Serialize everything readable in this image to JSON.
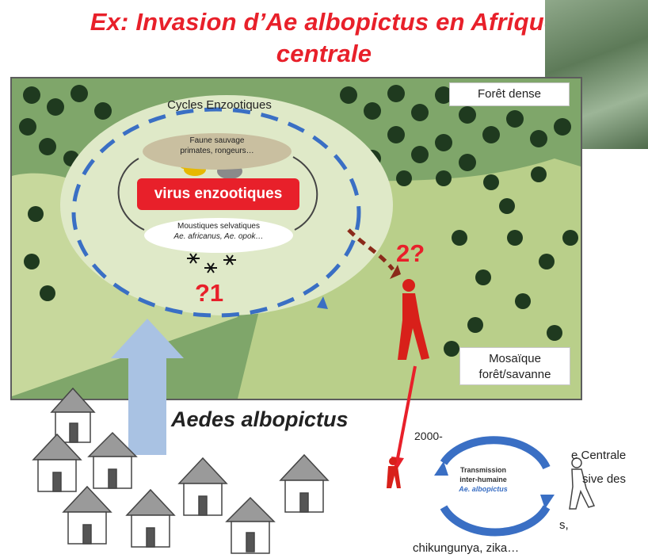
{
  "title_line1": "Ex: Invasion d’Ae albopictus en Afrique",
  "title_line2": "centrale",
  "labels": {
    "foret_dense": "Forêt dense",
    "mosaique_1": "Mosaïque",
    "mosaique_2": "forêt/savanne"
  },
  "cycle": {
    "title": "Cycles Enzootiques",
    "faune_1": "Faune sauvage",
    "faune_2": "primates, rongeurs…",
    "virus": "virus enzootiques",
    "moust_1": "Moustiques selvatiques",
    "moust_2": "Ae. africanus, Ae. opok…"
  },
  "question_1": "?1",
  "question_2": "2?",
  "species": "Aedes albopictus",
  "year": "2000-",
  "transmission": {
    "line1": "Transmission",
    "line2": "inter-humaine",
    "species": "Ae. albopictus"
  },
  "partial_text": {
    "centrale": "e Centrale",
    "des": "sive des",
    "comma": "s,",
    "viruses": "chikungunya, zika…"
  },
  "colors": {
    "accent_red": "#e8202a",
    "arrow_blue": "#3a6fc4",
    "forest_green": "#7fa66a"
  }
}
